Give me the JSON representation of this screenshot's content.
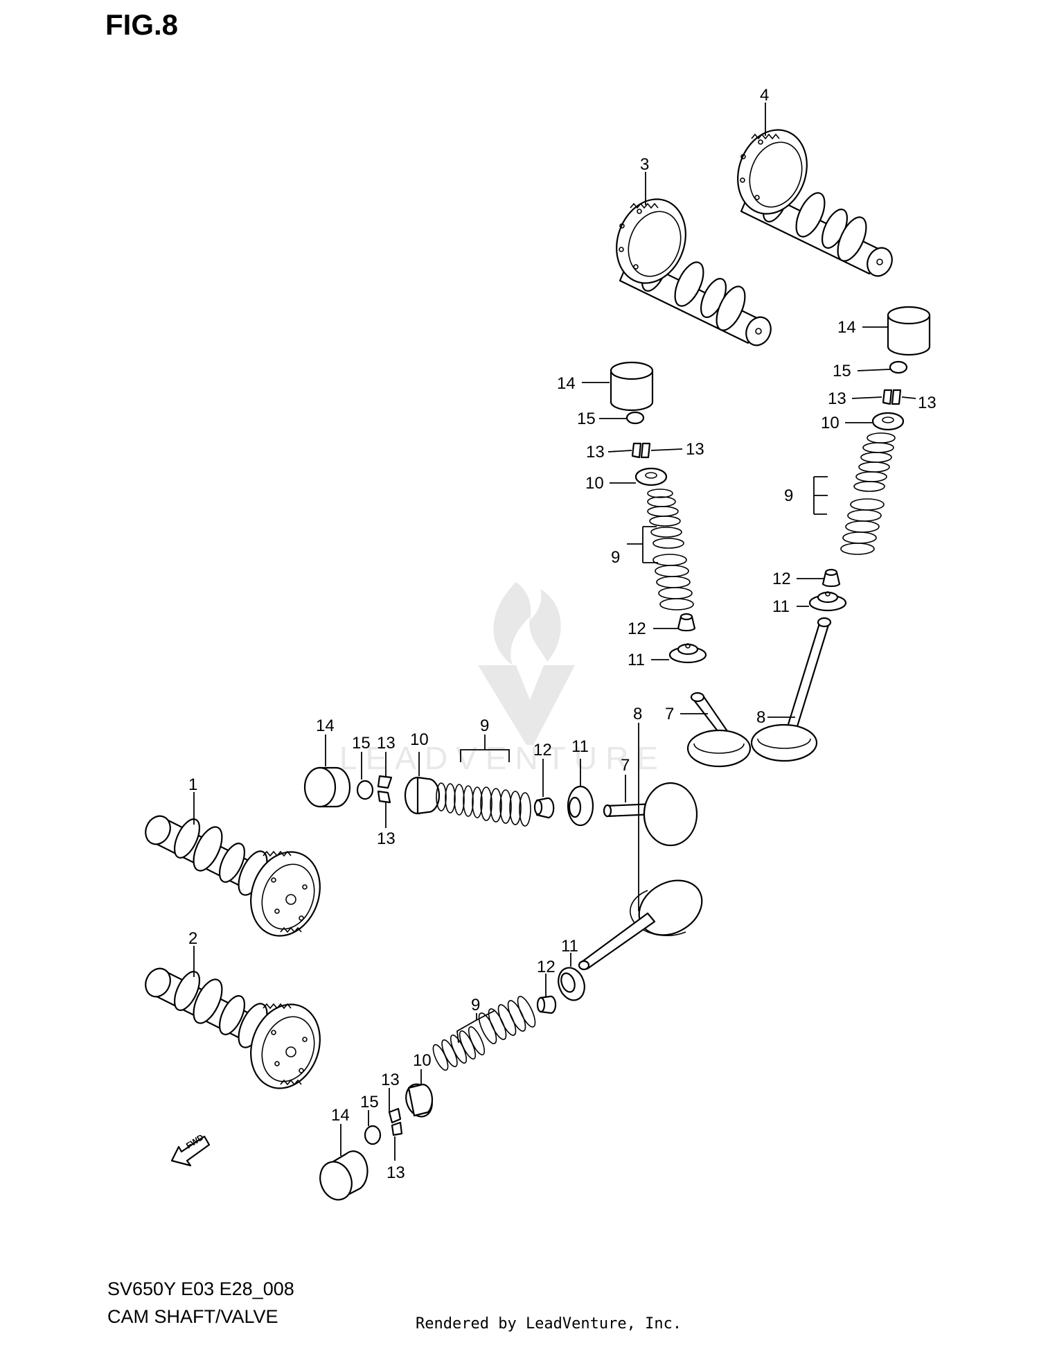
{
  "figure_label": "FIG.8",
  "model_code": "SV650Y E03 E28_008",
  "section_title": "CAM SHAFT/VALVE",
  "rendered_by": "Rendered by LeadVenture, Inc.",
  "watermark_text": "LEADVENTURE",
  "fwd_label": "FWD",
  "callouts": {
    "c1": "1",
    "c2": "2",
    "c3": "3",
    "c4": "4",
    "uv_14": "14",
    "uv_15": "15",
    "uv_13a": "13",
    "uv_13b": "13",
    "uv_10": "10",
    "uv_9": "9",
    "uv_12": "12",
    "uv_11": "11",
    "uv_7": "7",
    "ur_14": "14",
    "ur_15": "15",
    "ur_13a": "13",
    "ur_13b": "13",
    "ur_10": "10",
    "ur_9": "9",
    "ur_12": "12",
    "ur_11": "11",
    "ur_8": "8",
    "mh_14": "14",
    "mh_15": "15",
    "mh_13a": "13",
    "mh_13b": "13",
    "mh_10": "10",
    "mh_9": "9",
    "mh_12": "12",
    "mh_11": "11",
    "mh_7": "7",
    "lh_8": "8",
    "lh_11": "11",
    "lh_12": "12",
    "lh_9": "9",
    "lh_10": "10",
    "lh_13a": "13",
    "lh_13b": "13",
    "lh_15": "15",
    "lh_14": "14"
  }
}
